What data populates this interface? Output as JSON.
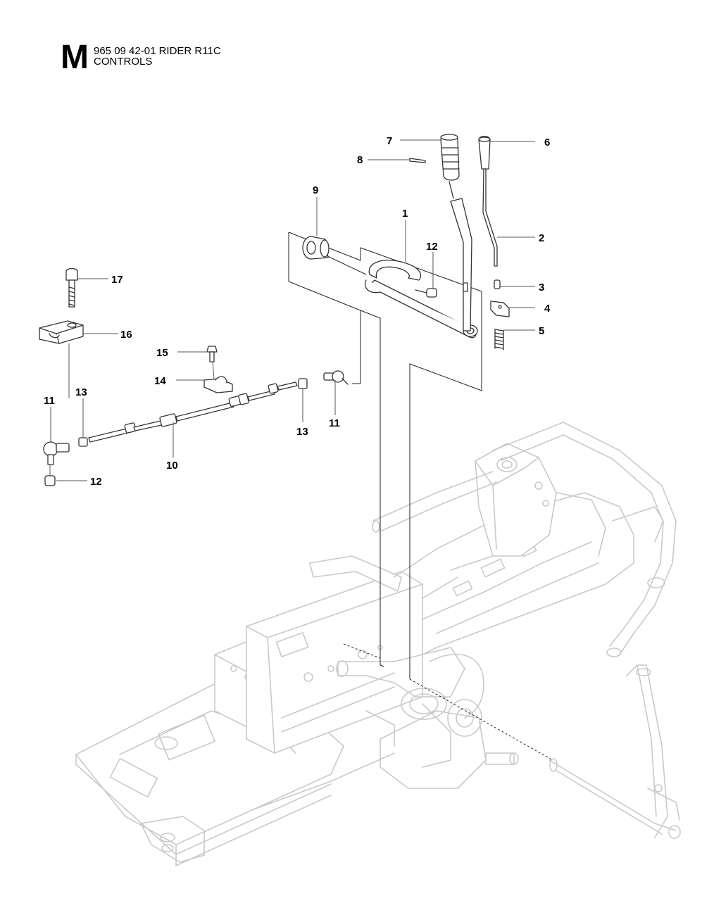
{
  "header": {
    "section_letter": "M",
    "model_line": "965 09 42-01 RIDER R11C",
    "section_title": "CONTROLS"
  },
  "callouts": {
    "c1": "1",
    "c2": "2",
    "c3": "3",
    "c4": "4",
    "c5": "5",
    "c6": "6",
    "c7": "7",
    "c8": "8",
    "c9": "9",
    "c10": "10",
    "c11a": "11",
    "c11b": "11",
    "c12a": "12",
    "c12b": "12",
    "c13a": "13",
    "c13b": "13",
    "c14": "14",
    "c15": "15",
    "c16": "16",
    "c17": "17"
  }
}
